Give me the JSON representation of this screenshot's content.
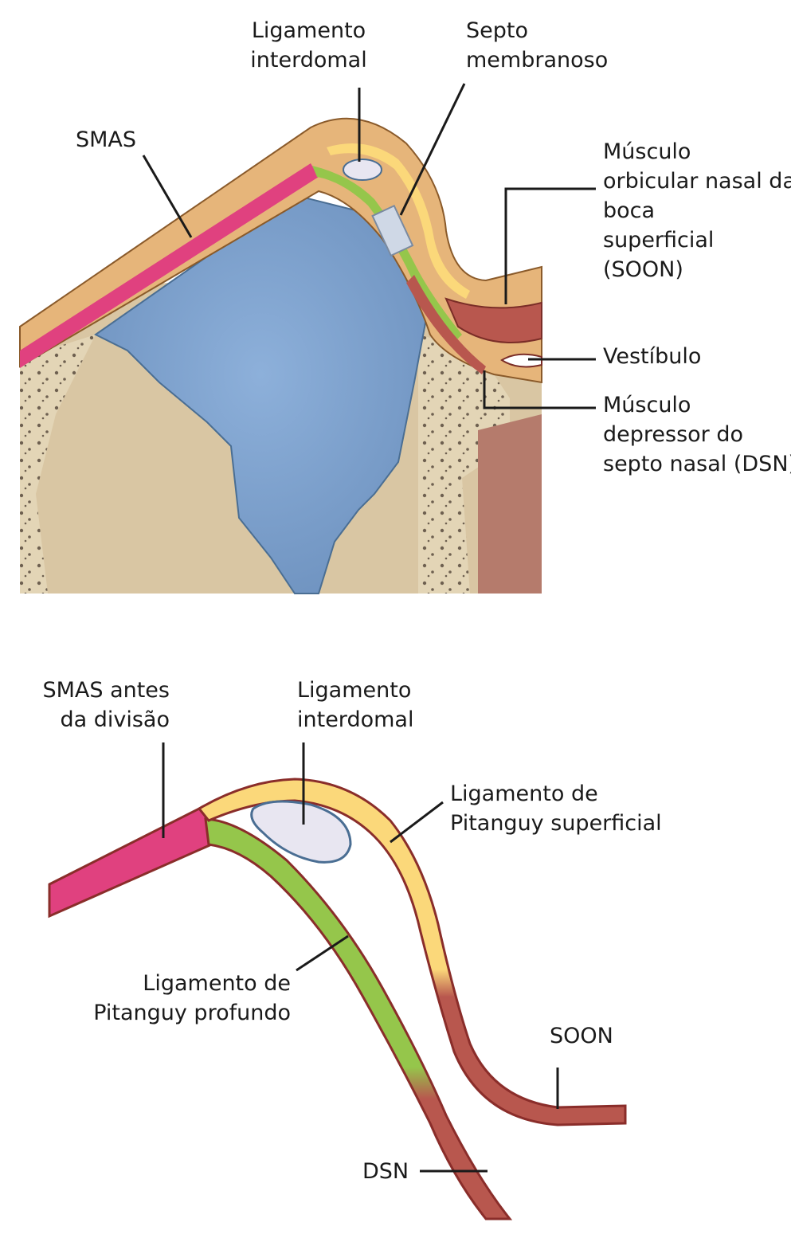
{
  "top": {
    "labels": {
      "ligamento_interdomal": "Ligamento\ninterdomal",
      "septo_membranoso": "Septo\nmembranoso",
      "smas": "SMAS",
      "musculo_orbicular": "Músculo\norbicular nasal da\nboca\nsuperficial\n(SOON)",
      "vestibulo": "Vestíbulo",
      "musculo_depressor": "Músculo\ndepressor do\nsepto nasal (DSN)"
    }
  },
  "bottom": {
    "labels": {
      "smas_antes": "SMAS antes\nda divisão",
      "ligamento_interdomal": "Ligamento\ninterdomal",
      "pitanguy_superficial": "Ligamento de\nPitanguy superficial",
      "pitanguy_profundo": "Ligamento de\nPitanguy profundo",
      "soon": "SOON",
      "dsn": "DSN"
    }
  },
  "colors": {
    "skin": "#e6b57a",
    "smas_pink": "#e0417f",
    "ligament_green": "#95c64b",
    "ligament_yellow": "#fbd87a",
    "muscle": "#b8574e",
    "cartilage_blue": "#7b9ecb",
    "bone": "#d9c6a3",
    "interdomal": "#e8e6f1"
  }
}
